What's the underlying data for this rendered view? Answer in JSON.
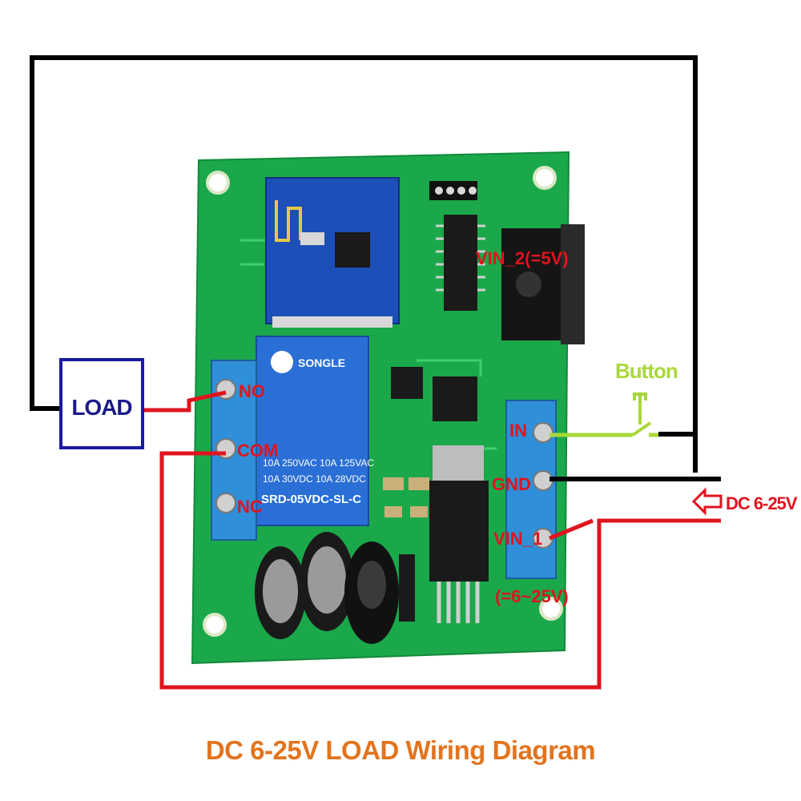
{
  "load_box": {
    "label": "LOAD"
  },
  "relay": {
    "brand": "SONGLE",
    "ratings": [
      "10A 250VAC  10A 125VAC",
      "10A  30VDC  10A  28VDC"
    ],
    "model": "SRD-05VDC-SL-C"
  },
  "terminal_labels": {
    "no": "NO",
    "com": "COM",
    "nc": "NC"
  },
  "input_labels": {
    "in": "IN",
    "gnd": "GND",
    "vin1": "VIN_1",
    "vin1_range": "(=6~25V)",
    "vin2": "VIN_2(=5V)"
  },
  "button_label": "Button",
  "power_label": "DC 6-25V",
  "caption": "DC 6-25V LOAD Wiring Diagram",
  "colors": {
    "pcb": "#1aa84a",
    "wire_red": "#e0141e",
    "wire_black": "#000000",
    "wire_green": "#a8d83a",
    "terminal_blue": "#2f8fd8",
    "load_border": "#1a1aa0",
    "caption": "#e2741e"
  }
}
